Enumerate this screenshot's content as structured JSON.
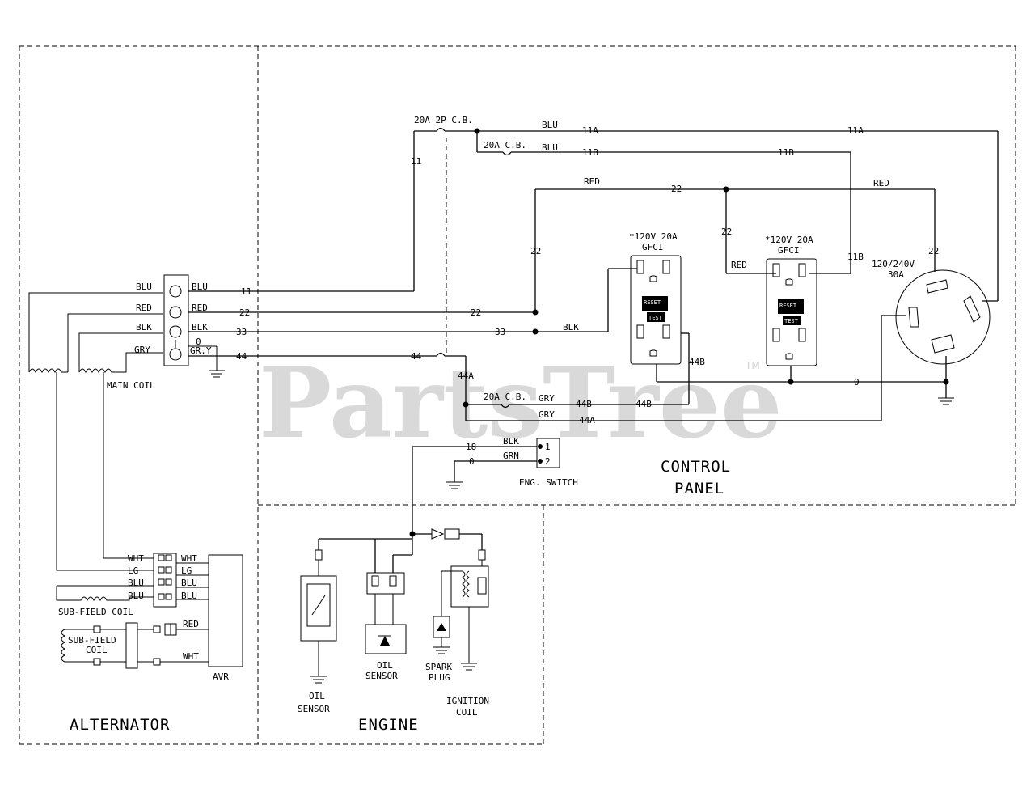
{
  "watermark": {
    "text": "PartsTree",
    "tm": "TM"
  },
  "sections": {
    "alternator": "ALTERNATOR",
    "engine": "ENGINE",
    "control_panel_1": "CONTROL",
    "control_panel_2": "PANEL"
  },
  "breakers": {
    "main": "20A 2P C.B.",
    "cb_11b": "20A C.B.",
    "cb_44b": "20A C.B."
  },
  "terminal_block": {
    "blu": "BLU",
    "red": "RED",
    "blk": "BLK",
    "gry": "GR.Y",
    "zero": "0"
  },
  "wires": {
    "blu": "BLU",
    "red": "RED",
    "blk": "BLK",
    "gry": "GRY",
    "grn": "GRN",
    "wht": "WHT",
    "lg": "LG",
    "n11": "11",
    "n11a": "11A",
    "n11b": "11B",
    "n22": "22",
    "n33": "33",
    "n44": "44",
    "n44a": "44A",
    "n44b": "44B",
    "n18": "18",
    "n0": "0"
  },
  "gfci_1": {
    "rating": "*120V 20A",
    "type": "GFCI",
    "reset": "RESET",
    "test": "TEST"
  },
  "gfci_2": {
    "rating": "*120V 20A",
    "type": "GFCI",
    "reset": "RESET",
    "test": "TEST"
  },
  "twistlock": {
    "rating_1": "120/240V",
    "rating_2": "30A"
  },
  "main_coil": "MAIN COIL",
  "sub_field_coil_1": "SUB-FIELD COIL",
  "sub_field_coil_2a": "SUB-FIELD",
  "sub_field_coil_2b": "COIL",
  "avr": "AVR",
  "eng_switch": {
    "label": "ENG. SWITCH",
    "pin1": "1",
    "pin2": "2"
  },
  "oil_sensor_left": {
    "line1": "OIL",
    "line2": "SENSOR"
  },
  "oil_sensor_right": {
    "line1": "OIL",
    "line2": "SENSOR"
  },
  "spark_plug": {
    "line1": "SPARK",
    "line2": "PLUG"
  },
  "ignition_coil": {
    "line1": "IGNITION",
    "line2": "COIL"
  }
}
